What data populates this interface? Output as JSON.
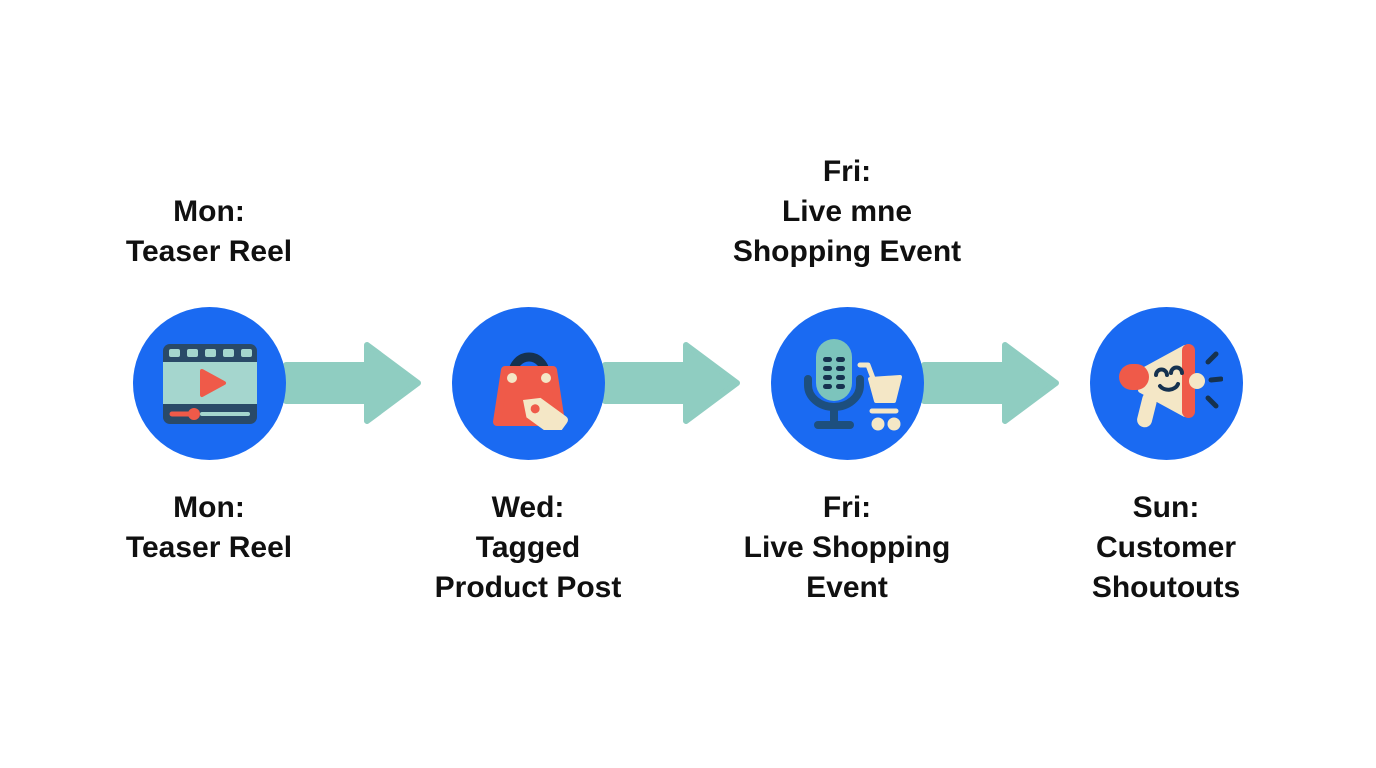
{
  "diagram": {
    "steps": [
      {
        "top_label": "Mon:\nTeaser Reel",
        "bottom_label": "Mon:\nTeaser Reel",
        "icon": "video-player-reel-icon"
      },
      {
        "bottom_label": "Wed:\nTagged\nProduct Post",
        "icon": "tagged-shopping-bag-icon"
      },
      {
        "top_label": "Fri:\nLive mne\nShopping Event",
        "bottom_label": "Fri:\nLive Shopping\nEvent",
        "icon": "microphone-shopping-cart-icon"
      },
      {
        "bottom_label": "Sun:\nCustomer\nShoutouts",
        "icon": "smiling-megaphone-icon"
      }
    ],
    "colors": {
      "background": "#ffffff",
      "text": "#101010",
      "circle_blue": "#1a6af2",
      "arrow_teal": "#8fcdc1",
      "accent_coral": "#ef5a49",
      "accent_cream": "#f4e7c6",
      "accent_navy": "#16324f",
      "mic_teal": "#7cc4bc",
      "player_screen_teal": "#a5d6ce"
    }
  }
}
